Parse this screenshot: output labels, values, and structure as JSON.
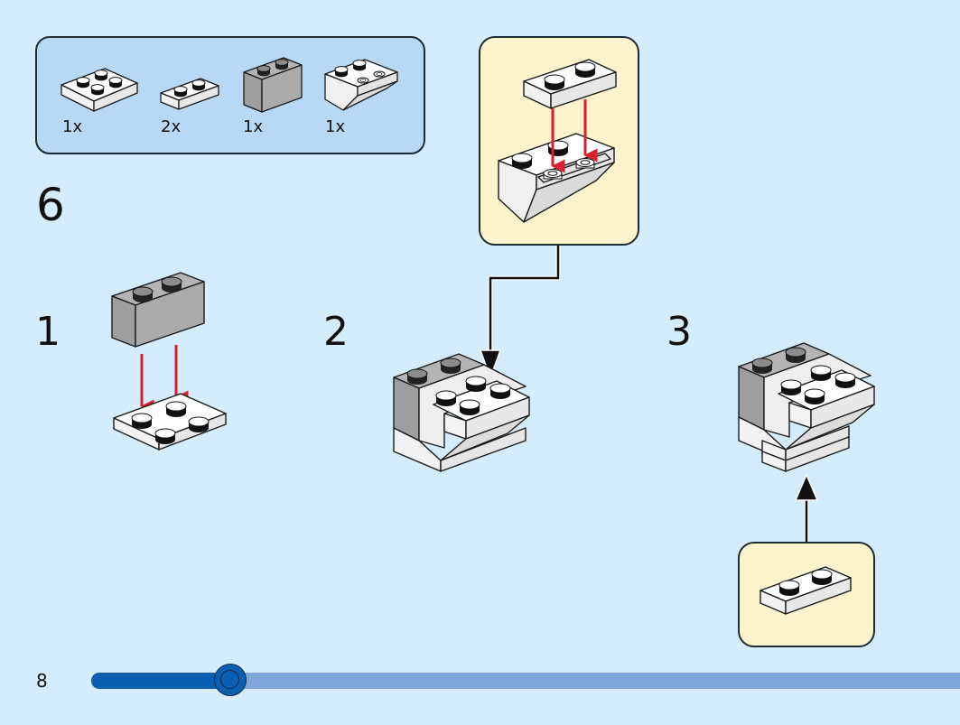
{
  "parts_list": {
    "items": [
      {
        "part": "2x2 white plate",
        "quantity": "1x"
      },
      {
        "part": "1x2 white plate",
        "quantity": "2x"
      },
      {
        "part": "1x2 gray brick",
        "quantity": "1x"
      },
      {
        "part": "2x2 white inverted slope",
        "quantity": "1x"
      }
    ]
  },
  "step": {
    "number": "6",
    "substeps": [
      {
        "label": "1"
      },
      {
        "label": "2"
      },
      {
        "label": "3"
      }
    ]
  },
  "colors": {
    "background": "#d4ecfb",
    "parts_box": "#b7d9f5",
    "callout": "#fdf3cc",
    "arrow_red": "#d8202f",
    "progress_fill": "#0a5fb0",
    "progress_track": "#80a5d8",
    "brick_white": "#f7f7f7",
    "brick_gray": "#a8a8a8"
  },
  "footer": {
    "page_number": "8",
    "progress_fraction": 0.16
  }
}
